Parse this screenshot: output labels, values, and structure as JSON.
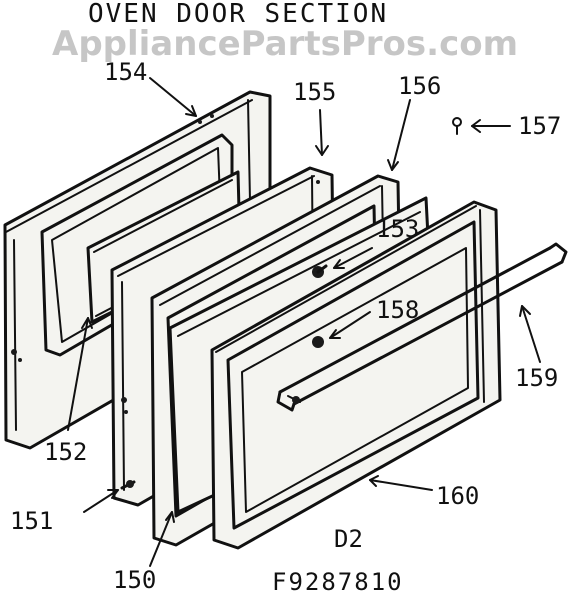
{
  "title": "OVEN DOOR SECTION",
  "watermark": "AppliancePartsPros.com",
  "section_label": "D2",
  "drawing_number": "F9287810",
  "part_labels": {
    "p150": "150",
    "p151": "151",
    "p152": "152",
    "p153": "153",
    "p154": "154",
    "p155": "155",
    "p156": "156",
    "p157": "157",
    "p158": "158",
    "p159": "159",
    "p160": "160"
  }
}
